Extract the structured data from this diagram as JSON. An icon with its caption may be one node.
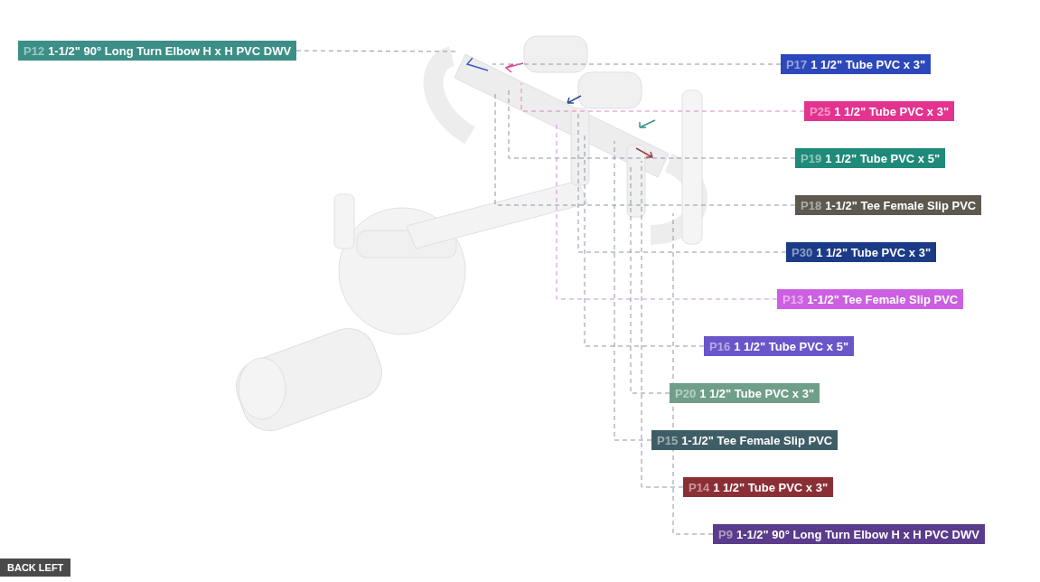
{
  "diagram": {
    "nodes": [
      {
        "text": [
          "P12",
          "1-1/2\" 90° Long Turn Elbow H x H PVC DWV"
        ]
      },
      {
        "text": [
          "P17",
          "1 1/2\" Tube PVC x 3\""
        ]
      },
      {
        "text": [
          "P25",
          "1 1/2\" Tube PVC x 3\""
        ]
      },
      {
        "text": [
          "P19",
          "1 1/2\" Tube PVC x 5\""
        ]
      },
      {
        "text": [
          "P18",
          "1-1/2\" Tee Female Slip PVC"
        ]
      },
      {
        "text": [
          "P30",
          "1 1/2\" Tube PVC x 3\""
        ]
      },
      {
        "text": [
          "P13",
          "1-1/2\" Tee Female Slip PVC"
        ]
      },
      {
        "text": [
          "P16",
          "1 1/2\" Tube PVC x 5\""
        ]
      },
      {
        "text": [
          "P20",
          "1 1/2\" Tube PVC x 3\""
        ]
      },
      {
        "text": [
          "P15",
          "1-1/2\" Tee Female Slip PVC"
        ]
      },
      {
        "text": [
          "P14",
          "1 1/2\" Tube PVC x 3\""
        ]
      },
      {
        "text": [
          "P9",
          "1-1/2\" 90° Long Turn Elbow H x H PVC DWV"
        ]
      }
    ],
    "edges": [
      {
        "from": 0,
        "to": null,
        "arrow": "none",
        "style": "dashed"
      },
      {
        "from": 1,
        "to": null,
        "arrow": "none",
        "style": "dashed"
      },
      {
        "from": 2,
        "to": null,
        "arrow": "none",
        "style": "dashed",
        "color": "#d889bd"
      },
      {
        "from": 3,
        "to": null,
        "arrow": "none",
        "style": "dashed"
      },
      {
        "from": 4,
        "to": null,
        "arrow": "none",
        "style": "dashed"
      },
      {
        "from": 5,
        "to": null,
        "arrow": "none",
        "style": "dashed"
      },
      {
        "from": 6,
        "to": null,
        "arrow": "none",
        "style": "dashed",
        "color": "#c993d8"
      },
      {
        "from": 7,
        "to": null,
        "arrow": "none",
        "style": "dashed"
      },
      {
        "from": 8,
        "to": null,
        "arrow": "none",
        "style": "dashed"
      },
      {
        "from": 9,
        "to": null,
        "arrow": "none",
        "style": "dashed"
      },
      {
        "from": 10,
        "to": null,
        "arrow": "none",
        "style": "dashed"
      },
      {
        "from": 11,
        "to": null,
        "arrow": "none",
        "style": "dashed"
      }
    ],
    "labels": [
      "BACK LEFT"
    ]
  }
}
